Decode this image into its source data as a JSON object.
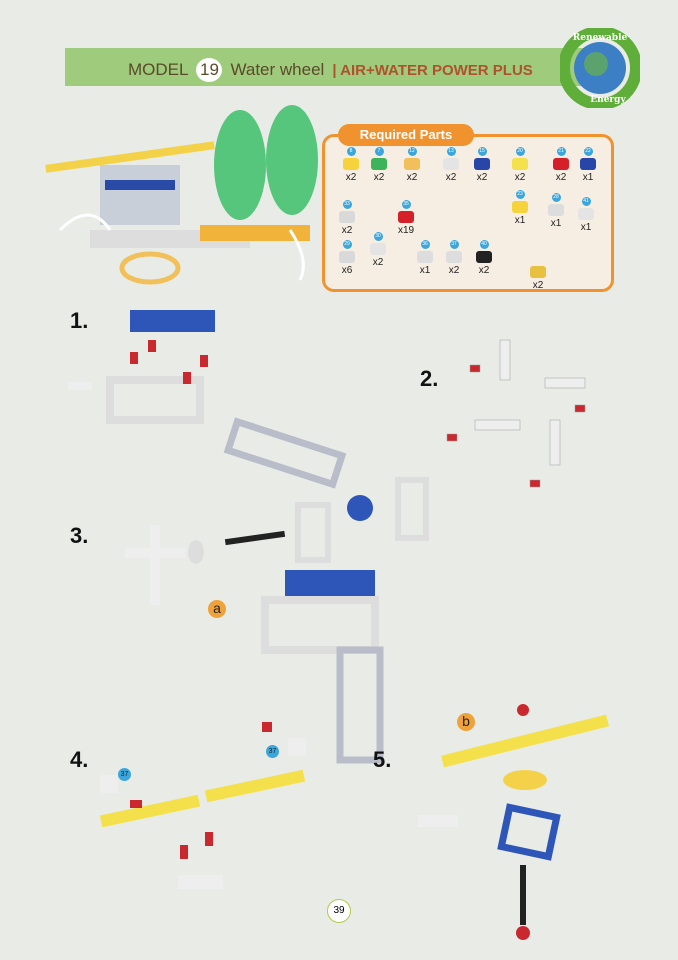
{
  "header": {
    "model_label": "MODEL",
    "model_number": "19",
    "title": "Water wheel",
    "series": "| AIR+WATER POWER PLUS",
    "logo_text": [
      "Renewable",
      "Energy"
    ]
  },
  "parts": {
    "title": "Required Parts",
    "items": [
      {
        "num": "8",
        "qty": "x2",
        "color": "#f6d33a"
      },
      {
        "num": "7",
        "qty": "x2",
        "color": "#3cb45a"
      },
      {
        "num": "12",
        "qty": "x2",
        "color": "#f2c05a"
      },
      {
        "num": "13",
        "qty": "x2",
        "color": "#e4e4e4"
      },
      {
        "num": "15",
        "qty": "x2",
        "color": "#2845a8"
      },
      {
        "num": "20",
        "qty": "x2",
        "color": "#f3e04a"
      },
      {
        "num": "21",
        "qty": "x2",
        "color": "#d5202a"
      },
      {
        "num": "22",
        "qty": "x1",
        "color": "#2845a8"
      },
      {
        "num": "33",
        "qty": "x2",
        "color": "#d9d9d9"
      },
      {
        "num": "35",
        "qty": "x19",
        "color": "#d5202a"
      },
      {
        "num": "23",
        "qty": "x1",
        "color": "#f6d33a"
      },
      {
        "num": "28",
        "qty": "x1",
        "color": "#dddddd"
      },
      {
        "num": "41",
        "qty": "x1",
        "color": "#e4e4e4"
      },
      {
        "num": "29",
        "qty": "x6",
        "color": "#d9d9d9"
      },
      {
        "num": "30",
        "qty": "x2",
        "color": "#e4e4e4"
      },
      {
        "num": "36",
        "qty": "x1",
        "color": "#dddddd"
      },
      {
        "num": "37",
        "qty": "x2",
        "color": "#dddddd"
      },
      {
        "num": "40",
        "qty": "x2",
        "color": "#222222"
      },
      {
        "num": "",
        "qty": "x2",
        "color": "#e8c040"
      }
    ]
  },
  "steps": [
    "1.",
    "2.",
    "3.",
    "4.",
    "5."
  ],
  "callouts": {
    "a": "a",
    "b": "b",
    "part37": "37"
  },
  "page_number": "39"
}
